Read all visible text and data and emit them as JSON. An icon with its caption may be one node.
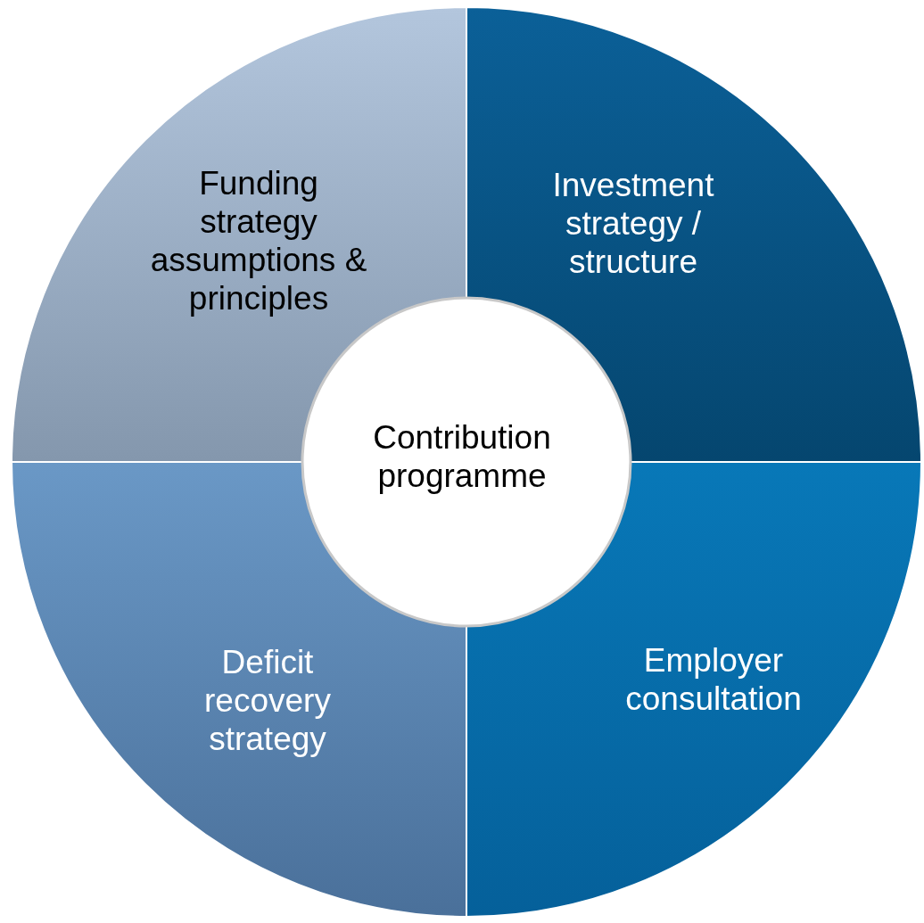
{
  "diagram": {
    "nodes": [
      {
        "text": [
          "Funding strategy assumptions & principles"
        ]
      },
      {
        "text": [
          "Investment strategy / structure"
        ]
      },
      {
        "text": [
          "Contribution programme"
        ]
      },
      {
        "text": [
          "Deficit recovery strategy"
        ]
      },
      {
        "text": [
          "Employer consultation"
        ]
      }
    ]
  }
}
